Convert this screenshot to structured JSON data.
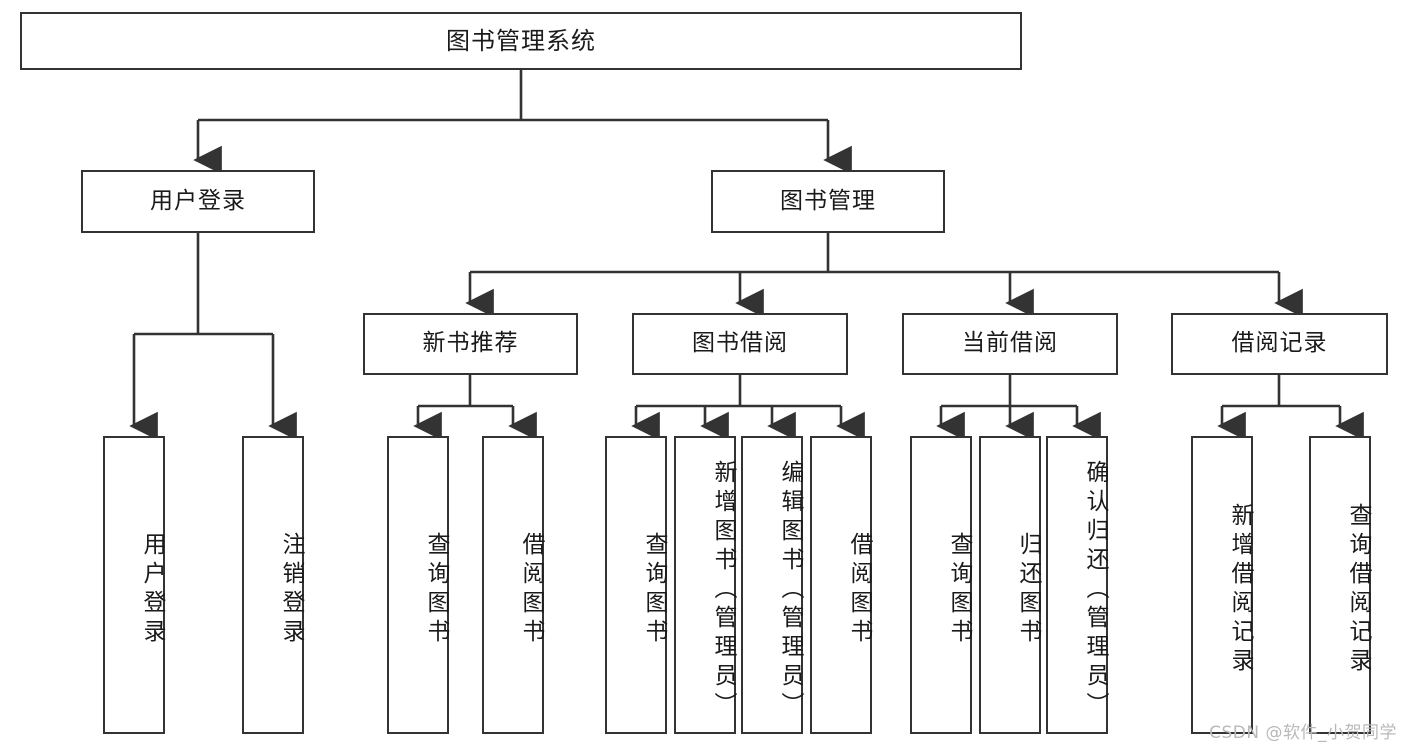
{
  "diagram": {
    "type": "tree",
    "title": "图书管理系统",
    "orientation": "top-down",
    "colors": {
      "box_border": "#333333",
      "box_fill": "#ffffff",
      "edge": "#333333",
      "text": "#1a1a1a",
      "watermark": "#b9b9b9",
      "background": "#ffffff"
    }
  },
  "watermark": {
    "text": "CSDN @软件_小贺同学"
  },
  "nodes": {
    "root": {
      "label": "图书管理系统"
    },
    "level2": [
      {
        "id": "user-login",
        "label": "用户登录"
      },
      {
        "id": "book-manage",
        "label": "图书管理"
      }
    ],
    "level3": [
      {
        "id": "new-book-recommend",
        "label": "新书推荐"
      },
      {
        "id": "book-borrow",
        "label": "图书借阅"
      },
      {
        "id": "current-borrow",
        "label": "当前借阅"
      },
      {
        "id": "borrow-record",
        "label": "借阅记录"
      }
    ],
    "leaves": {
      "user_login": [
        {
          "id": "leaf-user-login",
          "label": "用户登录"
        },
        {
          "id": "leaf-logout-login",
          "label": "注销登录"
        }
      ],
      "new_book_recommend": [
        {
          "id": "leaf-query-book-1",
          "label": "查询图书"
        },
        {
          "id": "leaf-borrow-book-1",
          "label": "借阅图书"
        }
      ],
      "book_borrow": [
        {
          "id": "leaf-query-book-2",
          "label": "查询图书"
        },
        {
          "id": "leaf-add-book",
          "label": "新增图书（管理员）"
        },
        {
          "id": "leaf-edit-book",
          "label": "编辑图书（管理员）"
        },
        {
          "id": "leaf-borrow-book-2",
          "label": "借阅图书"
        }
      ],
      "current_borrow": [
        {
          "id": "leaf-query-book-3",
          "label": "查询图书"
        },
        {
          "id": "leaf-return-book",
          "label": "归还图书"
        },
        {
          "id": "leaf-confirm-return",
          "label": "确认归还（管理员）"
        }
      ],
      "borrow_record": [
        {
          "id": "leaf-add-record",
          "label": "新增借阅记录"
        },
        {
          "id": "leaf-query-record",
          "label": "查询借阅记录"
        }
      ]
    }
  }
}
